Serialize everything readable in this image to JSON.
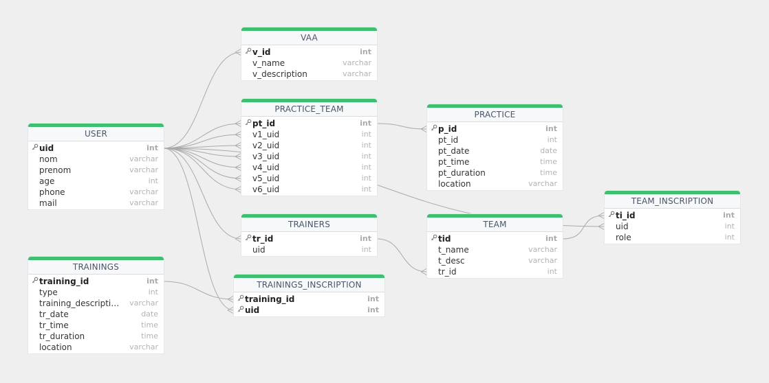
{
  "key_icon": "key-icon",
  "accent_color": "#3cbf6e",
  "tables": [
    {
      "id": "vaa",
      "name": "VAA",
      "fields": [
        {
          "name": "v_id",
          "type": "int",
          "pk": true
        },
        {
          "name": "v_name",
          "type": "varchar",
          "pk": false
        },
        {
          "name": "v_description",
          "type": "varchar",
          "pk": false
        }
      ]
    },
    {
      "id": "practice_team",
      "name": "PRACTICE_TEAM",
      "fields": [
        {
          "name": "pt_id",
          "type": "int",
          "pk": true
        },
        {
          "name": "v1_uid",
          "type": "int",
          "pk": false
        },
        {
          "name": "v2_uid",
          "type": "int",
          "pk": false
        },
        {
          "name": "v3_uid",
          "type": "int",
          "pk": false
        },
        {
          "name": "v4_uid",
          "type": "int",
          "pk": false
        },
        {
          "name": "v5_uid",
          "type": "int",
          "pk": false
        },
        {
          "name": "v6_uid",
          "type": "int",
          "pk": false
        }
      ]
    },
    {
      "id": "practice",
      "name": "PRACTICE",
      "fields": [
        {
          "name": "p_id",
          "type": "int",
          "pk": true
        },
        {
          "name": "pt_id",
          "type": "int",
          "pk": false
        },
        {
          "name": "pt_date",
          "type": "date",
          "pk": false
        },
        {
          "name": "pt_time",
          "type": "time",
          "pk": false
        },
        {
          "name": "pt_duration",
          "type": "time",
          "pk": false
        },
        {
          "name": "location",
          "type": "varchar",
          "pk": false
        }
      ]
    },
    {
      "id": "user",
      "name": "USER",
      "fields": [
        {
          "name": "uid",
          "type": "int",
          "pk": true
        },
        {
          "name": "nom",
          "type": "varchar",
          "pk": false
        },
        {
          "name": "prenom",
          "type": "varchar",
          "pk": false
        },
        {
          "name": "age",
          "type": "int",
          "pk": false
        },
        {
          "name": "phone",
          "type": "varchar",
          "pk": false
        },
        {
          "name": "mail",
          "type": "varchar",
          "pk": false
        }
      ]
    },
    {
      "id": "team_inscription",
      "name": "TEAM_INSCRIPTION",
      "fields": [
        {
          "name": "ti_id",
          "type": "int",
          "pk": true
        },
        {
          "name": "uid",
          "type": "int",
          "pk": false
        },
        {
          "name": "role",
          "type": "int",
          "pk": false
        }
      ]
    },
    {
      "id": "trainers",
      "name": "TRAINERS",
      "fields": [
        {
          "name": "tr_id",
          "type": "int",
          "pk": true
        },
        {
          "name": "uid",
          "type": "int",
          "pk": false
        }
      ]
    },
    {
      "id": "team",
      "name": "TEAM",
      "fields": [
        {
          "name": "tid",
          "type": "int",
          "pk": true
        },
        {
          "name": "t_name",
          "type": "varchar",
          "pk": false
        },
        {
          "name": "t_desc",
          "type": "varchar",
          "pk": false
        },
        {
          "name": "tr_id",
          "type": "int",
          "pk": false
        }
      ]
    },
    {
      "id": "trainings",
      "name": "TRAININGS",
      "fields": [
        {
          "name": "training_id",
          "type": "int",
          "pk": true
        },
        {
          "name": "type",
          "type": "int",
          "pk": false
        },
        {
          "name": "training_description",
          "type": "varchar",
          "pk": false
        },
        {
          "name": "tr_date",
          "type": "date",
          "pk": false
        },
        {
          "name": "tr_time",
          "type": "time",
          "pk": false
        },
        {
          "name": "tr_duration",
          "type": "time",
          "pk": false
        },
        {
          "name": "location",
          "type": "varchar",
          "pk": false
        }
      ]
    },
    {
      "id": "trainings_inscription",
      "name": "TRAININGS_INSCRIPTION",
      "fields": [
        {
          "name": "training_id",
          "type": "int",
          "pk": true
        },
        {
          "name": "uid",
          "type": "int",
          "pk": true
        }
      ]
    }
  ],
  "relations": [
    {
      "from": "user.uid",
      "to": "vaa.v_id"
    },
    {
      "from": "user.uid",
      "to": "practice_team.pt_id"
    },
    {
      "from": "user.uid",
      "to": "practice_team.v1_uid"
    },
    {
      "from": "user.uid",
      "to": "practice_team.v2_uid"
    },
    {
      "from": "user.uid",
      "to": "practice_team.v3_uid"
    },
    {
      "from": "user.uid",
      "to": "practice_team.v4_uid"
    },
    {
      "from": "user.uid",
      "to": "practice_team.v5_uid"
    },
    {
      "from": "user.uid",
      "to": "practice_team.v6_uid"
    },
    {
      "from": "user.uid",
      "to": "trainers.tr_id"
    },
    {
      "from": "user.uid",
      "to": "trainings_inscription.uid"
    },
    {
      "from": "user.uid",
      "to": "team_inscription.uid"
    },
    {
      "from": "practice_team.pt_id",
      "to": "practice.p_id"
    },
    {
      "from": "trainers.tr_id",
      "to": "team.tr_id"
    },
    {
      "from": "team.tid",
      "to": "team_inscription.ti_id"
    },
    {
      "from": "trainings.training_id",
      "to": "trainings_inscription.training_id"
    }
  ]
}
